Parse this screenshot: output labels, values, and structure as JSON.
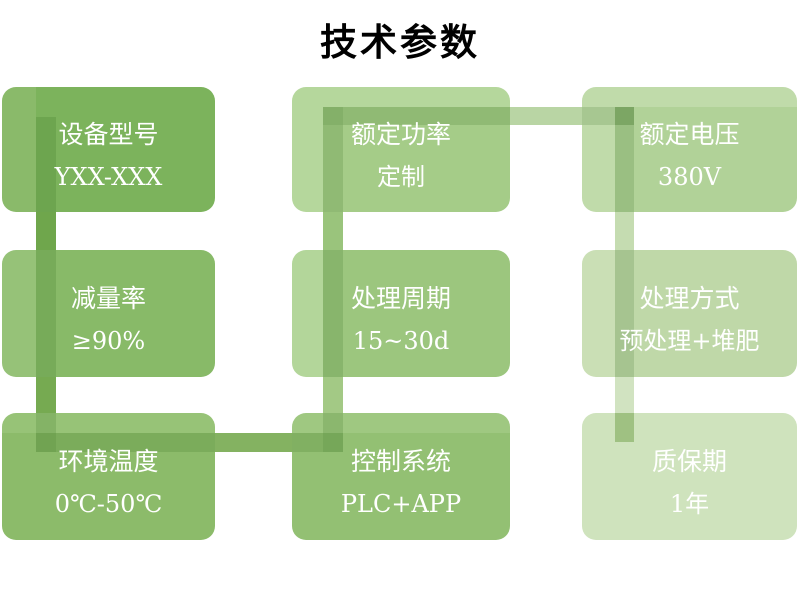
{
  "title": "技术参数",
  "boxes": [
    {
      "id": "device-model",
      "label": "设备型号",
      "value": "YXX-XXX"
    },
    {
      "id": "reduction-rate",
      "label": "减量率",
      "value": "≥90%"
    },
    {
      "id": "ambient-temperature",
      "label": "环境温度",
      "value": "0℃-50℃"
    },
    {
      "id": "rated-power",
      "label": "额定功率",
      "value": "定制"
    },
    {
      "id": "processing-cycle",
      "label": "处理周期",
      "value": "15~30d"
    },
    {
      "id": "control-system",
      "label": "控制系统",
      "value": "PLC+APP"
    },
    {
      "id": "rated-voltage",
      "label": "额定电压",
      "value": "380V"
    },
    {
      "id": "processing-method",
      "label": "处理方式",
      "value": "预处理+堆肥"
    },
    {
      "id": "warranty-period",
      "label": "质保期",
      "value": "1年"
    }
  ],
  "palette": {
    "title_color": "#000000",
    "box_text_color": "#ffffff",
    "box_fill_greens": [
      "#7cb35c",
      "#88ba68",
      "#8cbb6a",
      "#a5cc88",
      "#9cc67e",
      "#93c073",
      "#b1d298",
      "#bfd8a8",
      "#cfe3bd"
    ],
    "connector_greens": [
      "#6fa64c",
      "#84b261",
      "#9ac47c",
      "#b9d5a4",
      "#c5dcb1",
      "#d1e3c1"
    ]
  }
}
